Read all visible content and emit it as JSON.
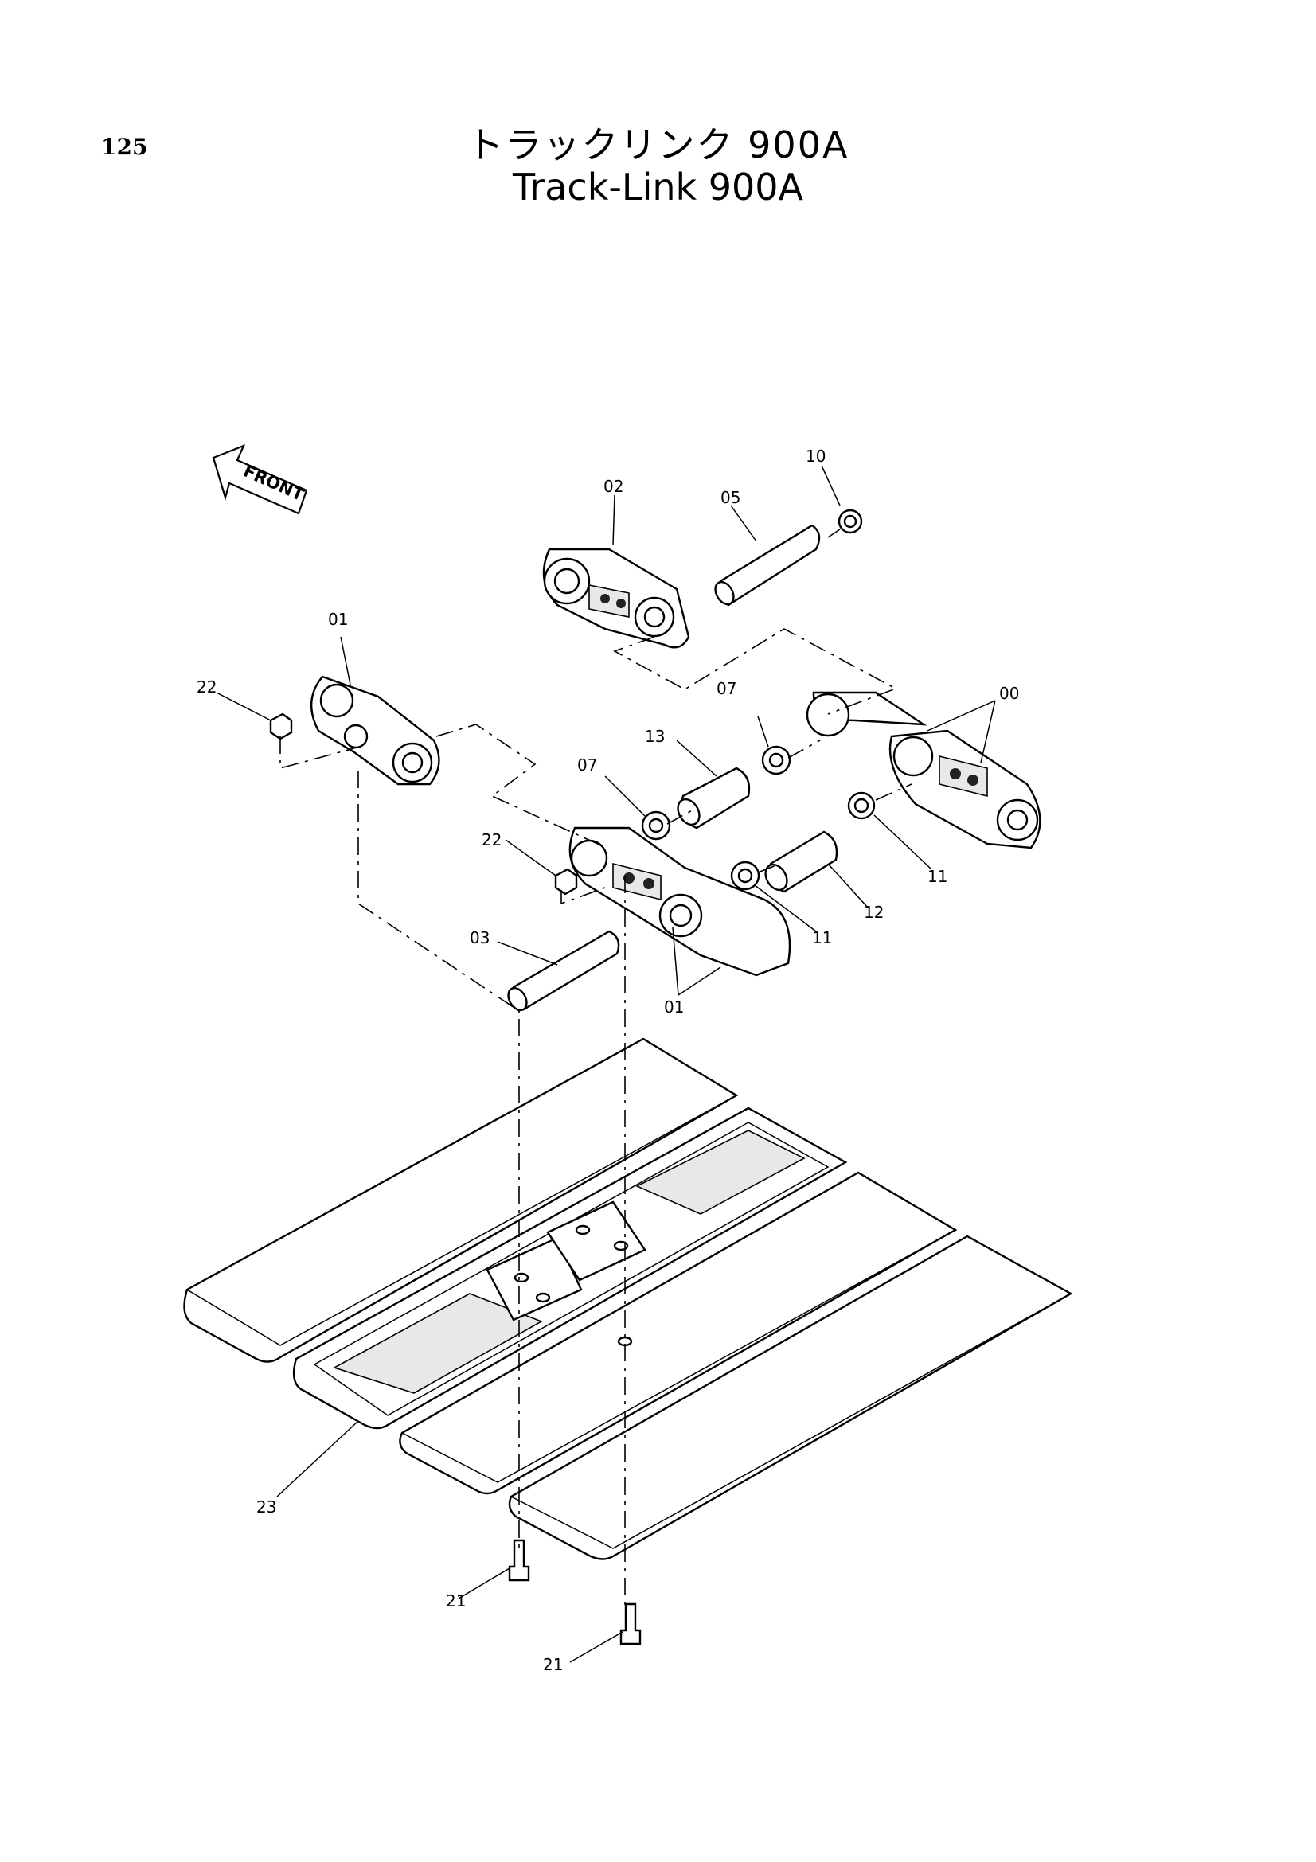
{
  "page": {
    "number": "125",
    "title_ja": "トラックリンク 900A",
    "title_en": "Track-Link 900A"
  },
  "front_arrow": {
    "label": "FRONT"
  },
  "callouts": [
    {
      "id": "c00",
      "label": "00"
    },
    {
      "id": "c01a",
      "label": "01"
    },
    {
      "id": "c01b",
      "label": "01"
    },
    {
      "id": "c02",
      "label": "02"
    },
    {
      "id": "c03",
      "label": "03"
    },
    {
      "id": "c05",
      "label": "05"
    },
    {
      "id": "c07a",
      "label": "07"
    },
    {
      "id": "c07b",
      "label": "07"
    },
    {
      "id": "c10",
      "label": "10"
    },
    {
      "id": "c11a",
      "label": "11"
    },
    {
      "id": "c11b",
      "label": "11"
    },
    {
      "id": "c12",
      "label": "12"
    },
    {
      "id": "c13",
      "label": "13"
    },
    {
      "id": "c21a",
      "label": "21"
    },
    {
      "id": "c21b",
      "label": "21"
    },
    {
      "id": "c22a",
      "label": "22"
    },
    {
      "id": "c22b",
      "label": "22"
    },
    {
      "id": "c23",
      "label": "23"
    }
  ]
}
